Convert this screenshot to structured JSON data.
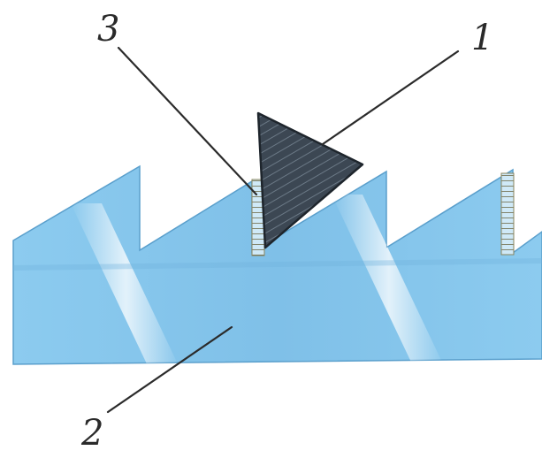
{
  "diagram": {
    "callouts": [
      {
        "id": "cutting-tool",
        "label": "1"
      },
      {
        "id": "workpiece",
        "label": "2"
      },
      {
        "id": "chip-layer",
        "label": "3"
      }
    ],
    "colors": {
      "workpiece_fill": "#86c8ec",
      "workpiece_dark": "#5fa8d6",
      "workpiece_highlight": "#e8f6ff",
      "tool_fill": "#3f4a55",
      "tool_hatch": "#5d6b78",
      "hatch_lines": "#6f6a4a",
      "hatch_bg": "#cfe9f7",
      "leader_line": "#2b2b2b",
      "label_text": "#2a2a2a"
    }
  }
}
